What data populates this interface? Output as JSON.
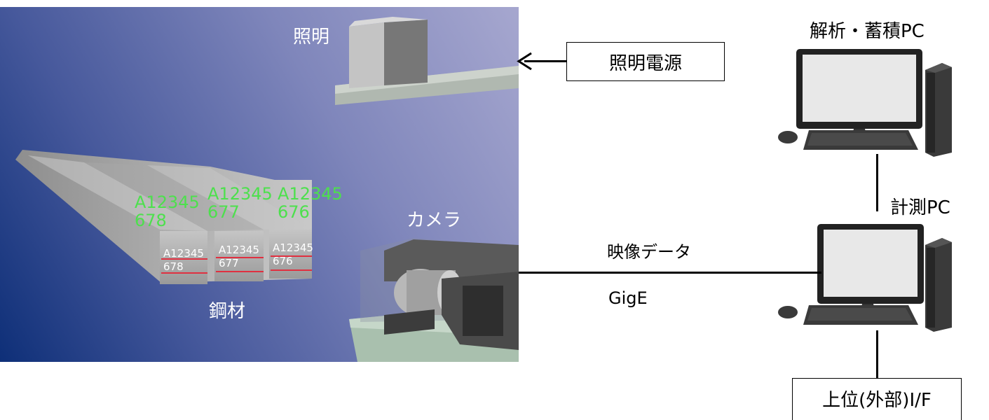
{
  "scene": {
    "lighting_label": "照明",
    "camera_label": "カメラ",
    "steel_label": "鋼材",
    "ocr_results": [
      "A12345\n678",
      "A12345\n677",
      "A12345\n676"
    ],
    "steel_plates": [
      "A12345\n678",
      "A12345\n677",
      "A12345\n676"
    ]
  },
  "lighting_power": "照明電源",
  "analysis_pc": "解析・蓄積PC",
  "measurement_pc": "計測PC",
  "video_data": "映像データ",
  "gige": "GigE",
  "upper_if": "上位(外部)I/F",
  "colors": {
    "ocr_green": "#4de04d",
    "scene_dark": "#0e2f78",
    "scene_light": "#a6a7cf"
  }
}
